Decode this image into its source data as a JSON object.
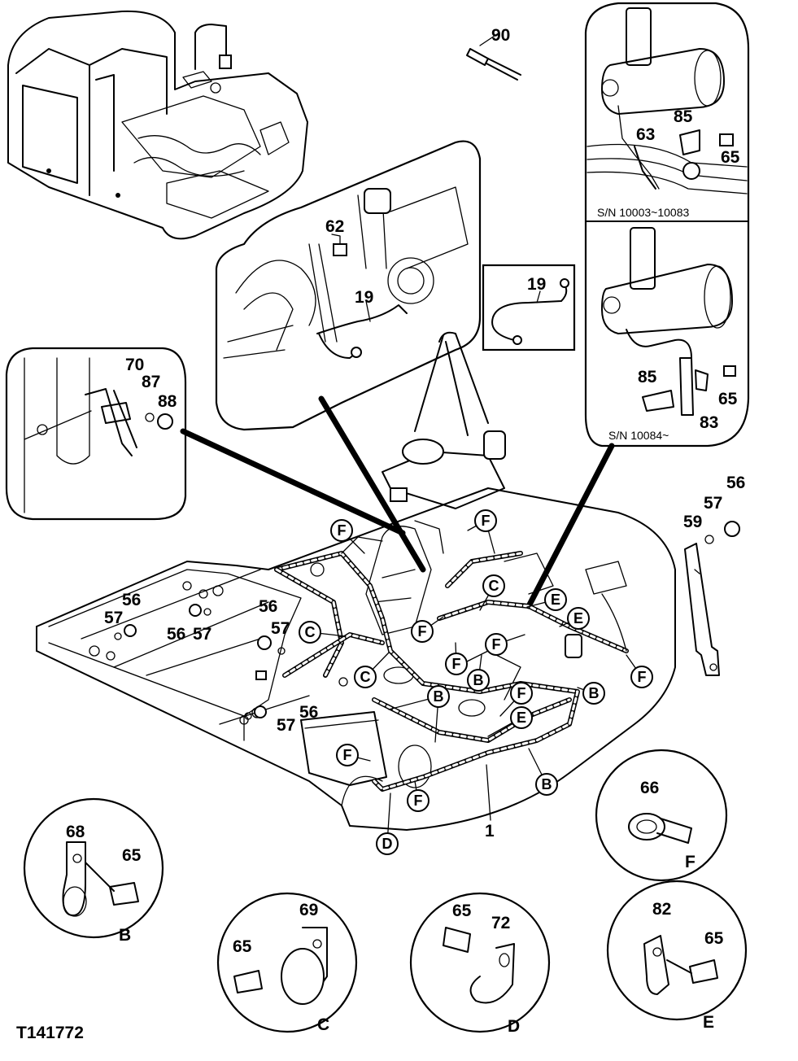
{
  "figure_id": "T141772",
  "harness_callout": "1",
  "clamp_type_letters": [
    "B",
    "C",
    "D",
    "E",
    "F"
  ],
  "serial_ranges": {
    "upper": "S/N  10003~10083",
    "lower": "S/N  10084~"
  },
  "detail_labels": {
    "connector": "90",
    "sensor_lead": "62",
    "sensor_harness": "19",
    "sensor_harness_separate": "19",
    "upper_clamp": "63",
    "upper_bracket": "85",
    "upper_bolt": "65",
    "lower_bracket": "85",
    "lower_bolt": "65",
    "lower_clamp": "83",
    "band": "70",
    "band_washer": "87",
    "band_nut": "88",
    "strap_nut": "56",
    "strap_washer": "57",
    "strap": "59"
  },
  "frame_labels": {
    "left_nut": "56",
    "left_washer": "57",
    "center_nut": "56",
    "center_washer": "57",
    "mid_nut": "56",
    "mid_washer": "57",
    "lower_nut": "56",
    "lower_washer": "57"
  },
  "clamp_details": [
    {
      "letter": "B",
      "clamp_part": "68",
      "bolt_part": "65"
    },
    {
      "letter": "C",
      "clamp_part": "69",
      "bolt_part": "65"
    },
    {
      "letter": "D",
      "clamp_part": "72",
      "bolt_part": "65"
    },
    {
      "letter": "E",
      "clamp_part": "82",
      "bolt_part": "65"
    },
    {
      "letter": "F",
      "clamp_part": "66"
    }
  ],
  "harness_callouts": [
    {
      "letter": "F"
    },
    {
      "letter": "F"
    },
    {
      "letter": "C"
    },
    {
      "letter": "E"
    },
    {
      "letter": "E"
    },
    {
      "letter": "C"
    },
    {
      "letter": "F"
    },
    {
      "letter": "F"
    },
    {
      "letter": "F"
    },
    {
      "letter": "F"
    },
    {
      "letter": "B"
    },
    {
      "letter": "C"
    },
    {
      "letter": "B"
    },
    {
      "letter": "B"
    },
    {
      "letter": "F"
    },
    {
      "letter": "E"
    },
    {
      "letter": "F"
    },
    {
      "letter": "F"
    },
    {
      "letter": "B"
    },
    {
      "letter": "D"
    }
  ]
}
